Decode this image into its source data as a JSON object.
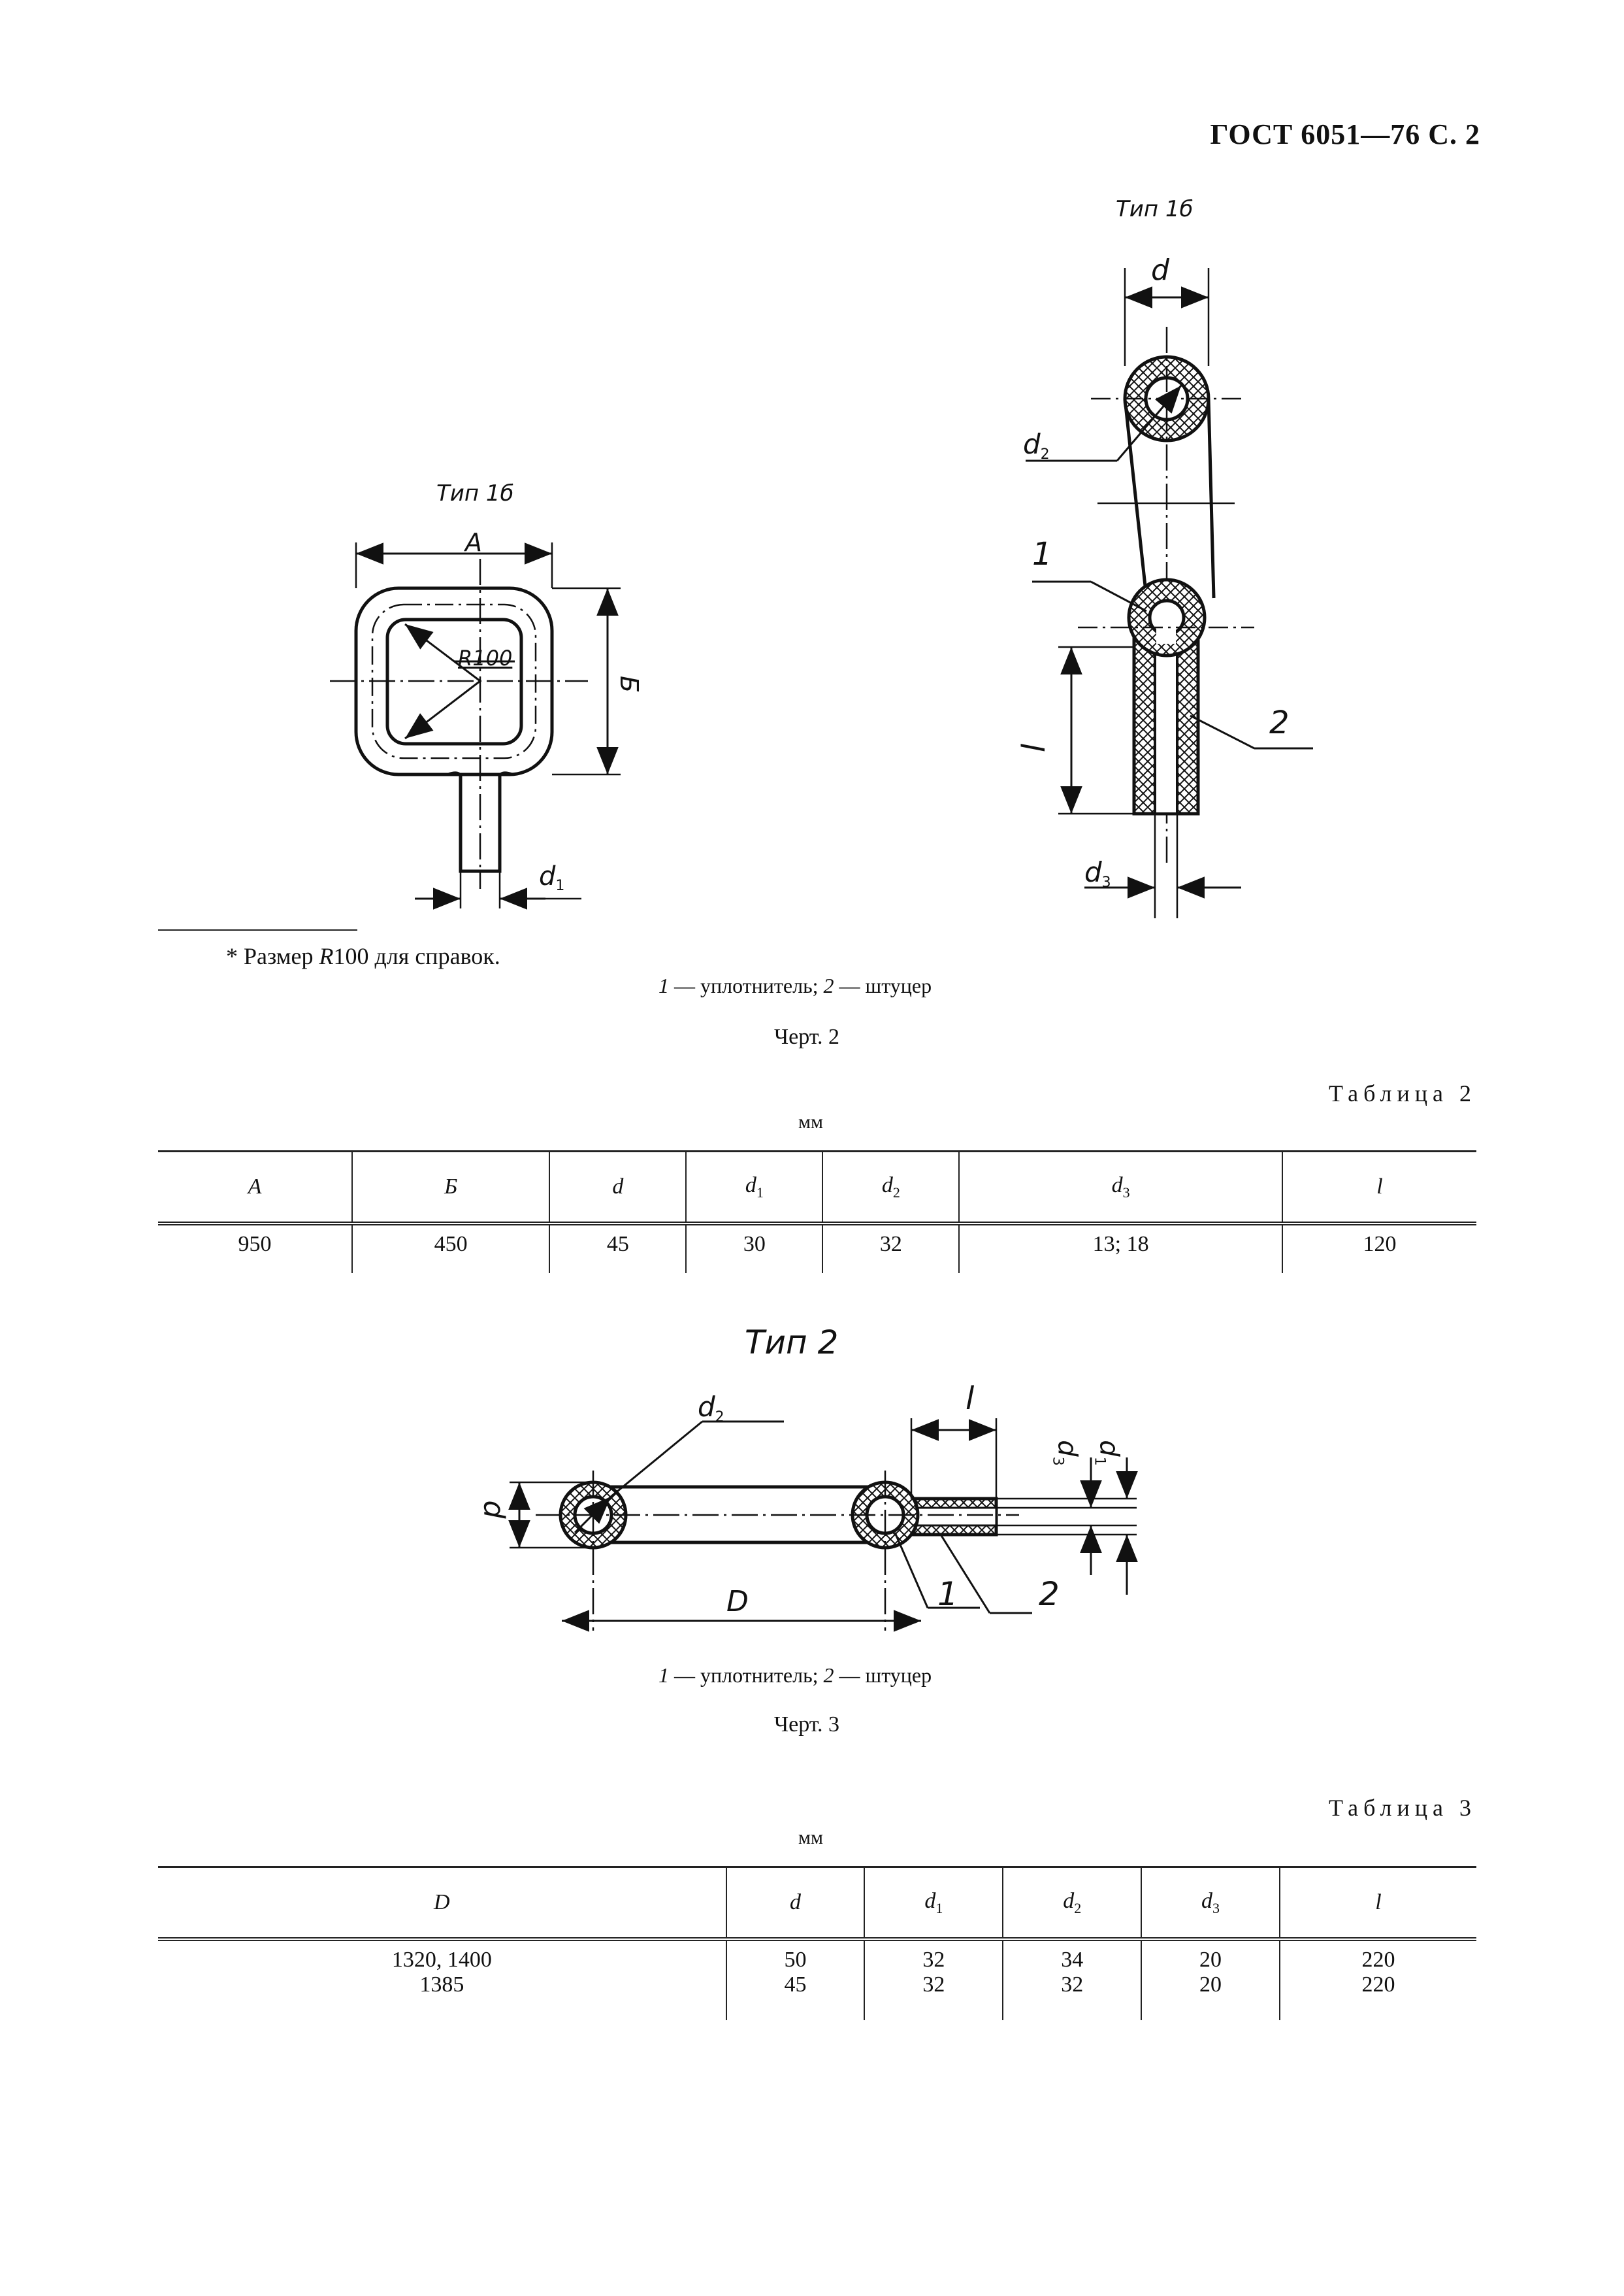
{
  "header": {
    "title": "ГОСТ 6051—76 С. 2"
  },
  "figure2": {
    "left_caption": "Тип 1б",
    "right_caption": "Тип 1б",
    "labels": {
      "A": "A",
      "B": "Б",
      "R": "R100",
      "d1": "d",
      "d1_sub": "1",
      "d": "d",
      "d2": "d",
      "d2_sub": "2",
      "n1": "1",
      "n2": "2",
      "l": "l",
      "d3": "d",
      "d3_sub": "3"
    },
    "legend": {
      "n1": "1",
      "t1": " — уплотнитель; ",
      "n2": "2",
      "t2": " — штуцер"
    },
    "chart_caption": "Черт. 2"
  },
  "footnote": {
    "star": "* Размер ",
    "R": "R",
    "rest": "100 для справок."
  },
  "table2": {
    "title": "Таблица 2",
    "units": "мм",
    "headers": [
      {
        "main": "A",
        "sub": ""
      },
      {
        "main": "Б",
        "sub": ""
      },
      {
        "main": "d",
        "sub": ""
      },
      {
        "main": "d",
        "sub": "1"
      },
      {
        "main": "d",
        "sub": "2"
      },
      {
        "main": "d",
        "sub": "3"
      },
      {
        "main": "l",
        "sub": ""
      }
    ],
    "rows": [
      [
        "950",
        "450",
        "45",
        "30",
        "32",
        "13; 18",
        "120"
      ]
    ]
  },
  "figure3": {
    "caption": "Тип 2",
    "labels": {
      "d": "d",
      "d2": "d",
      "d2_sub": "2",
      "l": "l",
      "d3": "d",
      "d3_sub": "3",
      "d1": "d",
      "d1_sub": "1",
      "D": "D",
      "n1": "1",
      "n2": "2"
    },
    "legend": {
      "n1": "1",
      "t1": " — уплотнитель; ",
      "n2": "2",
      "t2": " — штуцер"
    },
    "chart_caption": "Черт. 3"
  },
  "table3": {
    "title": "Таблица 3",
    "units": "мм",
    "headers": [
      {
        "main": "D",
        "sub": ""
      },
      {
        "main": "d",
        "sub": ""
      },
      {
        "main": "d",
        "sub": "1"
      },
      {
        "main": "d",
        "sub": "2"
      },
      {
        "main": "d",
        "sub": "3"
      },
      {
        "main": "l",
        "sub": ""
      }
    ],
    "rows": [
      [
        "1320, 1400",
        "50",
        "32",
        "34",
        "20",
        "220"
      ],
      [
        "1385",
        "45",
        "32",
        "32",
        "20",
        "220"
      ]
    ]
  }
}
